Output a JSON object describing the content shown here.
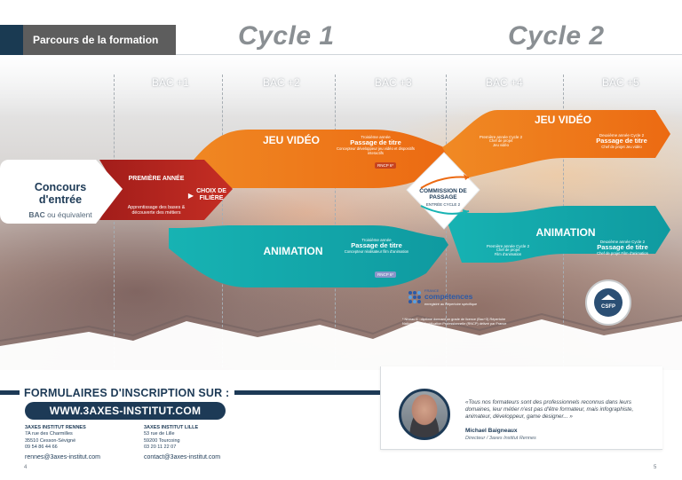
{
  "header": {
    "title": "Parcours de la formation",
    "cycle1": "Cycle 1",
    "cycle2": "Cycle 2"
  },
  "bac_levels": [
    "BAC +1",
    "BAC +2",
    "BAC +3",
    "BAC +4",
    "BAC +5"
  ],
  "entry": {
    "title": "Concours d'entrée",
    "subtitle_bold": "BAC",
    "subtitle_rest": " ou équivalent"
  },
  "first_year": {
    "title": "PREMIÈRE ANNÉE",
    "desc": "Apprentissage des bases & découverte des métiers",
    "choice": "CHOIX DE FILIÈRE"
  },
  "tracks": {
    "jeu_video": "JEU VIDÉO",
    "animation": "ANIMATION"
  },
  "blocks": {
    "jv_y3": {
      "kicker": "Troisième année",
      "title": "Passage de titre",
      "detail": "Concepteur développeur jeu vidéo et dispositifs interactifs",
      "badge": "RNCP 6*"
    },
    "jv_c2y1": {
      "kicker": "Première année Cycle 2",
      "title": "Chef de projet",
      "detail": "Jeu vidéo"
    },
    "jv_c2y2": {
      "kicker": "Deuxième année Cycle 2",
      "title": "Passage de titre",
      "detail": "Chef de projet Jeu vidéo"
    },
    "an_y3": {
      "kicker": "Troisième année",
      "title": "Passage de titre",
      "detail": "Concepteur réalisateur film d'animation",
      "badge": "RNCP 6*"
    },
    "an_c2y1": {
      "kicker": "Première année Cycle 2",
      "title": "Chef de projet",
      "detail": "Film d'animation"
    },
    "an_c2y2": {
      "kicker": "Deuxième année Cycle 2",
      "title": "Passage de titre",
      "detail": "Chef de projet Film d'animation"
    }
  },
  "commission": {
    "title": "COMMISSION DE PASSAGE",
    "sub": "ENTRÉE CYCLE 2"
  },
  "france_competences": {
    "brand": "compétences",
    "top": "FRANCE",
    "tag": "enregistré au Répertoire spécifique",
    "note": "* Niveau 6 : diplôme donnant un grade de licence (Bac+3) Répertoire National de la Certification Professionnelle (RNCP) délivré par France Compétences"
  },
  "csfp": {
    "label": "CSFP"
  },
  "registration": {
    "title": "FORMULAIRES D'INSCRIPTION SUR :",
    "url": "WWW.3AXES-INSTITUT.COM"
  },
  "addresses": [
    {
      "name": "3AXES INSTITUT RENNES",
      "lines": [
        "7A rue des Charmilles",
        "35510 Cesson-Sévigné",
        "09 54 86 44 66"
      ],
      "email": "rennes@3axes-institut.com"
    },
    {
      "name": "3AXES INSTITUT LILLE",
      "lines": [
        "53 rue de Lille",
        "59200 Tourcoing",
        "03 20 11 22 07"
      ],
      "email": "contact@3axes-institut.com"
    }
  ],
  "testimonial": {
    "quote": "«Tous nos formateurs sont des professionnels reconnus dans leurs domaines, leur métier n'est pas d'être formateur, mais infographiste, animateur, développeur, game designer... »",
    "name": "Michael Baigneaux",
    "role": "Directeur / 3axes Institut Rennes"
  },
  "pages": {
    "left": "4",
    "right": "5"
  },
  "colors": {
    "navy": "#1d3a56",
    "red": "#b8261e",
    "orange": "#ef7a1a",
    "teal": "#13a8a8",
    "grey": "#5d5d5d"
  }
}
